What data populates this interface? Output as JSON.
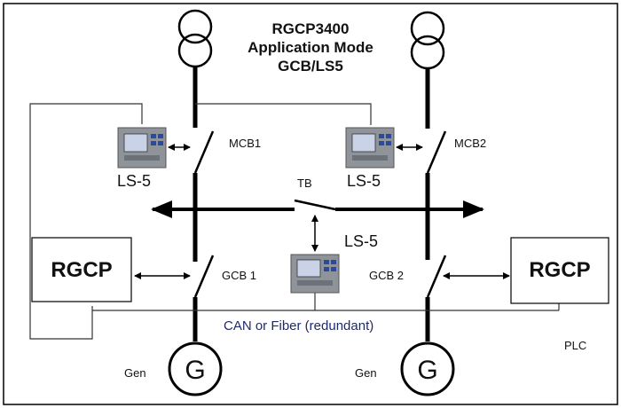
{
  "title": {
    "line1": "RGCP3400",
    "line2": "Application Mode",
    "line3": "GCB/LS5"
  },
  "breakers": {
    "mcb1": "MCB1",
    "mcb2": "MCB2",
    "tb": "TB",
    "gcb1": "GCB 1",
    "gcb2": "GCB 2"
  },
  "devices": {
    "ls5_left": "LS-5",
    "ls5_right": "LS-5",
    "ls5_center": "LS-5",
    "rgcp_left": "RGCP",
    "rgcp_right": "RGCP"
  },
  "network": {
    "can_label": "CAN or Fiber (redundant)",
    "plc_label": "PLC"
  },
  "generators": {
    "gen_left_label": "Gen",
    "gen_right_label": "Gen",
    "gen_left_symbol": "G",
    "gen_right_symbol": "G"
  },
  "colors": {
    "line": "#000000",
    "can_text": "#1d2a6e",
    "device_body": "#8f949b",
    "device_screen": "#c9d2e6",
    "device_buttons": "#2a4aa0"
  }
}
